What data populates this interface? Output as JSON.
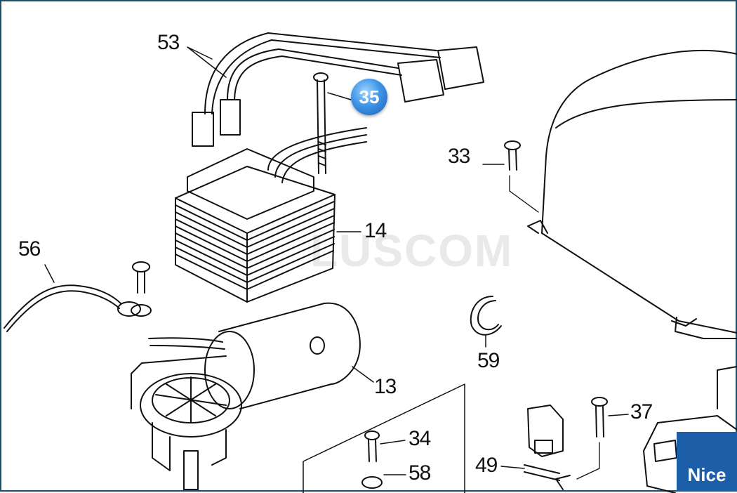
{
  "diagram": {
    "watermark_text": "LUSCOM",
    "brand": "Nice",
    "callout_badge": "35",
    "labels": {
      "p53": "53",
      "p33": "33",
      "p14": "14",
      "p56": "56",
      "p59": "59",
      "p13": "13",
      "p37": "37",
      "p34": "34",
      "p49": "49",
      "p58": "58"
    }
  }
}
